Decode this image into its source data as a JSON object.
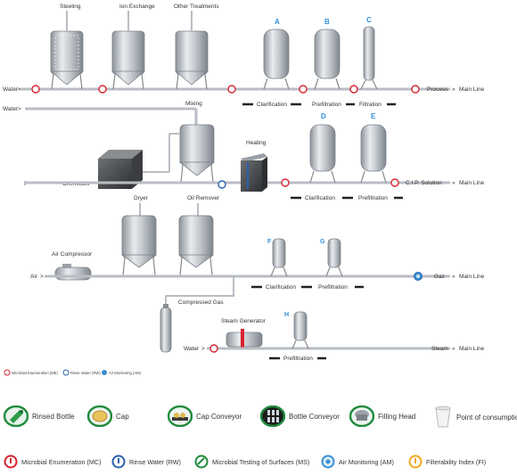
{
  "process_labels": {
    "steeling": "Steeling",
    "ion_exchange": "Ion Exchange",
    "other_treatments": "Other Treatments",
    "mixing": "Mixing",
    "heating": "Heating",
    "dryer": "Dryer",
    "oil_remover": "Oil Remover",
    "air_compressor": "Air Compressor",
    "compressed_gas": "Compressed Gas",
    "steam_generator": "Steam Generator",
    "chemicals": "Chemicals"
  },
  "line_inputs": {
    "water1": "Water",
    "water2": "Water",
    "air": "Air",
    "water3": "Water"
  },
  "line_outputs": {
    "process": "Process",
    "cip": "C.I.P. Solution",
    "gaz": "Gaz",
    "steam": "Steam",
    "main_line": "Main Line"
  },
  "filter_letters": [
    "A",
    "B",
    "C",
    "D",
    "E",
    "F",
    "G",
    "H"
  ],
  "filter_stages": {
    "clarification": "Clarification",
    "prefiltration": "Prefiltration",
    "filtration": "Filtration"
  },
  "small_legend": {
    "me": "Microbial Enumeration (ME)",
    "rw": "Rinse Water (RW)",
    "am": "Air Monitoring (AM)"
  },
  "legend_row1": [
    {
      "name": "rinsed-bottle",
      "label": "Rinsed Bottle"
    },
    {
      "name": "cap",
      "label": "Cap"
    },
    {
      "name": "cap-conveyor",
      "label": "Cap Conveyor"
    },
    {
      "name": "bottle-conveyor",
      "label": "Bottle Conveyor"
    },
    {
      "name": "filling-head",
      "label": "Filling Head"
    },
    {
      "name": "point-of-consumption",
      "label": "Point of consumption"
    }
  ],
  "legend_row2": [
    {
      "name": "microbial-enumeration",
      "label": "Microbial Enumeration (MC)",
      "color": "#d9232e"
    },
    {
      "name": "rinse-water",
      "label": "Rinse Water (RW)",
      "color": "#2a62b0"
    },
    {
      "name": "microbial-testing-surfaces",
      "label": "Microbial Testing of Surfaces (MS)",
      "color": "#1f8a3c"
    },
    {
      "name": "air-monitoring",
      "label": "Air Monitoring (AM)",
      "color": "#3b8fd1"
    },
    {
      "name": "filterability-index",
      "label": "Filterability Index (FI)",
      "color": "#f0a81c"
    }
  ],
  "colors": {
    "pipe": "#b9bec4",
    "steel": "#c9cdd2",
    "red_marker": "#d9232e",
    "blue_marker": "#2a62b0",
    "green": "#1f8a3c",
    "letter_blue": "#2f8fd8"
  }
}
